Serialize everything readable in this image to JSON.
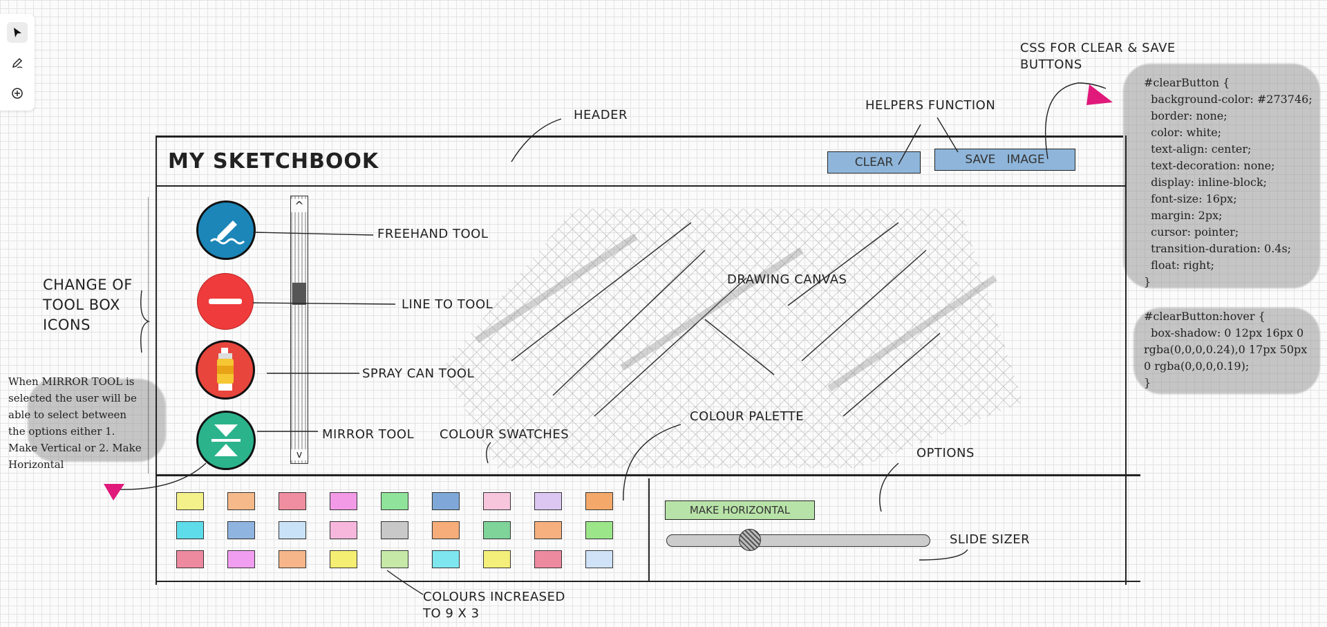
{
  "toolbar": {
    "items": [
      {
        "name": "pointer-icon"
      },
      {
        "name": "pen-icon"
      },
      {
        "name": "add-icon"
      }
    ]
  },
  "wireframe": {
    "title": "MY SKETCHBOOK",
    "clear_button": "CLEAR",
    "save_button": "SAVE   IMAGE",
    "make_horizontal_button": "MAKE HORIZONTAL",
    "scroll_up": "^",
    "scroll_down": "v"
  },
  "annotations": {
    "header": "HEADER",
    "helpers": "HELPERS FUNCTION",
    "css_note": "CSS FOR CLEAR & SAVE\nBUTTONS",
    "freehand": "FREEHAND TOOL",
    "line_to": "LINE TO TOOL",
    "spray": "SPRAY CAN TOOL",
    "mirror": "MIRROR TOOL",
    "drawing_canvas": "DRAWING CANVAS",
    "colour_palette": "COLOUR PALETTE",
    "colour_swatches": "COLOUR SWATCHES",
    "options": "OPTIONS",
    "slide_sizer": "SLIDE SIZER",
    "colours_increased": "COLOURS INCREASED\nTO 9 X 3",
    "change_icons": "CHANGE OF\nTOOL BOX\nICONS",
    "mirror_note": "When MIRROR TOOL is\nselected the user will be\nable to select between\nthe options either 1.\nMake Vertical or 2. Make\nHorizontal"
  },
  "code": {
    "block1": "#clearButton {\n  background-color: #273746;\n  border: none;\n  color: white;\n  text-align: center;\n  text-decoration: none;\n  display: inline-block;\n  font-size: 16px;\n  margin: 2px;\n  cursor: pointer;\n  transition-duration: 0.4s;\n  float: right;\n}",
    "block2": "#clearButton:hover {\n  box-shadow: 0 12px 16px 0\nrgba(0,0,0,0.24),0 17px 50px\n0 rgba(0,0,0,0.19);\n}"
  },
  "swatch_colors": [
    [
      "#f4f08a",
      "#f6b98a",
      "#ee8ea0",
      "#f29ae6",
      "#8fe39a",
      "#7fa8d8",
      "#f7c6dd",
      "#dcc7f2",
      "#f4a96b"
    ],
    [
      "#5fdcea",
      "#8fb4e0",
      "#c9e2f7",
      "#f7b7dc",
      "#c8c8c8",
      "#f6ad7a",
      "#7fd49a",
      "#f6b07f",
      "#9ce68a"
    ],
    [
      "#ee8aa0",
      "#f29ef0",
      "#f7b68a",
      "#f4ee72",
      "#c6e9a8",
      "#7ee6ee",
      "#f4ef7a",
      "#ee8aa0",
      "#cfe2f7"
    ]
  ],
  "colors": {
    "freehand": "#1c86b8",
    "line_to": "#ef3b3b",
    "spray": "#e8453c",
    "mirror": "#2bb38c",
    "button_fill": "#8fb6da",
    "make_horizontal_fill": "#b8e3a8"
  }
}
